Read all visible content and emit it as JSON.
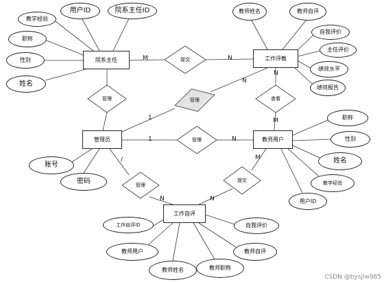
{
  "entities": {
    "dean": "院系主任",
    "evaluation": "工作评教",
    "admin": "管理员",
    "teacher_user": "教师用户",
    "self_eval": "工作自评"
  },
  "attributes": {
    "dean_teaching_exp": "教学经验",
    "dean_user_id": "用户ID",
    "dean_id": "院系主任ID",
    "dean_title": "职称",
    "dean_gender": "性别",
    "dean_name": "姓名",
    "eval_teacher_name": "教师姓名",
    "eval_teacher_self": "教师自评",
    "eval_self_score": "自我评价",
    "eval_dean_score": "主任评价",
    "eval_performance": "绩效水平",
    "eval_report": "绩效报告",
    "teacher_title": "职称",
    "teacher_gender": "性别",
    "teacher_name": "姓名",
    "teacher_teaching_exp": "教学经验",
    "teacher_user_id": "用户ID",
    "admin_account": "账号",
    "admin_password": "密码",
    "self_eval_id": "工作自评ID",
    "self_eval_self_score": "自我评价",
    "self_eval_teacher_user": "教师用户",
    "self_eval_teacher_self": "教师自评",
    "self_eval_teacher_name": "教师姓名",
    "self_eval_teacher_title": "教师职称"
  },
  "relationships": {
    "submit_top": "提交",
    "manage_dean": "管理",
    "manage_eval": "管理",
    "view": "查看",
    "manage_teacher": "管理",
    "manage_self": "管理",
    "submit_self": "提交"
  },
  "cardinality": {
    "dean_submit": "M",
    "submit_eval": "N",
    "admin_manage_eval": "1",
    "manage_eval_eval": "N",
    "eval_view": "N",
    "view_teacher": "M",
    "admin_manage_teacher": "1",
    "manage_teacher_teacher": "N",
    "admin_manage_self": "/",
    "manage_self_self": "N",
    "self_submit": "N",
    "submit_teacher": "M"
  },
  "watermark": "CSDN @bysjlw985",
  "colors": {
    "line": "#333333",
    "border": "#222222",
    "shaded_diamond": "#e4e4e4"
  }
}
